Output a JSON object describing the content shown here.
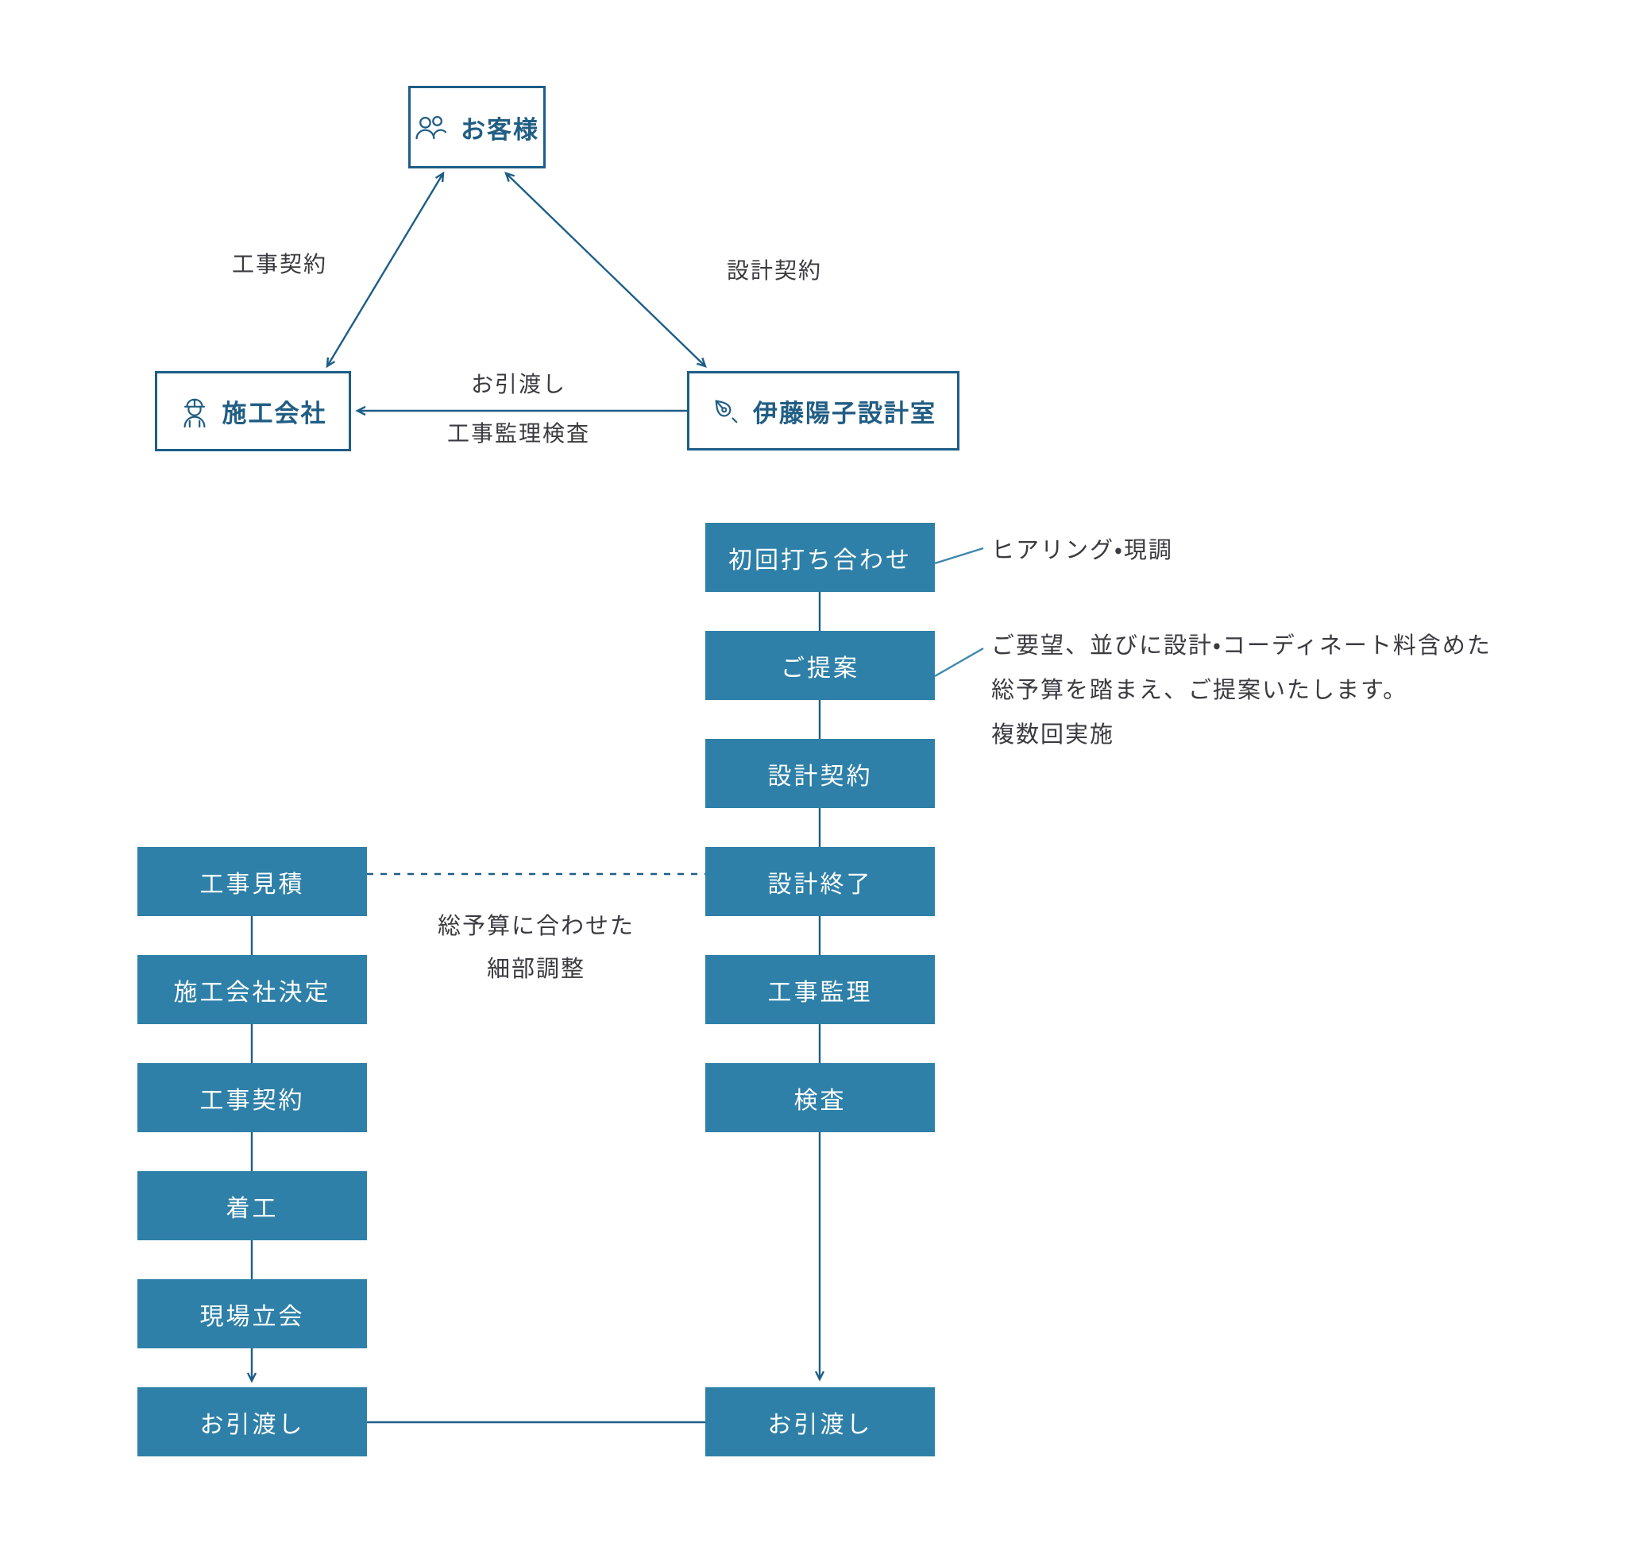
{
  "colors": {
    "step_fill": "#2e80a8",
    "outline_and_arrows": "#1d5e87",
    "node_text": "#215e84",
    "leader_line": "#3d87ae",
    "annotation_text": "#3a3a40",
    "background": "#ffffff"
  },
  "top_diagram": {
    "customer": {
      "label": "お客様",
      "icon": "people-icon"
    },
    "contractor": {
      "label": "施工会社",
      "icon": "worker-icon"
    },
    "design_office": {
      "label": "伊藤陽子設計室",
      "icon": "pen-nib-icon"
    },
    "edge_labels": {
      "construction_contract": "工事契約",
      "design_contract": "設計契約",
      "handover": "お引渡し",
      "supervision_inspection": "工事監理検査"
    }
  },
  "flow": {
    "design_column": [
      "初回打ち合わせ",
      "ご提案",
      "設計契約",
      "設計終了",
      "工事監理",
      "検査",
      "お引渡し"
    ],
    "construction_column": [
      "工事見積",
      "施工会社決定",
      "工事契約",
      "着工",
      "現場立会",
      "お引渡し"
    ],
    "annotations": {
      "first_meeting_note": "ヒアリング・現調",
      "proposal_note_lines": [
        "ご要望、並びに設計・コーディネート料含めた",
        "総予算を踏まえ、ご提案いたします。",
        "複数回実施"
      ],
      "budget_note_lines": [
        "総予算に合わせた",
        "細部調整"
      ]
    }
  }
}
